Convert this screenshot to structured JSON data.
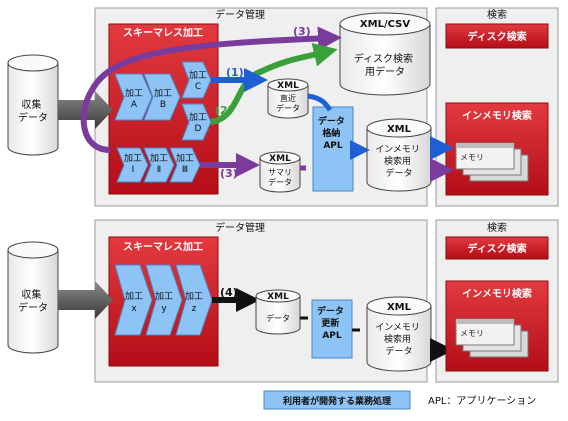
{
  "top": {
    "data_mgmt_title": "データ管理",
    "search_title": "検索",
    "schemaless_title": "スキーマレス加工",
    "collected_data": [
      "収集",
      "データ"
    ],
    "process_a": [
      "加工",
      "A"
    ],
    "process_b": [
      "加工",
      "B"
    ],
    "process_c": [
      "加工",
      "C"
    ],
    "process_d": [
      "加工",
      "D"
    ],
    "process_1": [
      "加工",
      "Ⅰ"
    ],
    "process_2": [
      "加工",
      "Ⅱ"
    ],
    "process_3": [
      "加工",
      "Ⅲ"
    ],
    "xml_csv_label": "XML/CSV",
    "disk_search_data": [
      "ディスク検索",
      "用データ"
    ],
    "recent_xml": [
      "XML",
      "直近",
      "データ"
    ],
    "summary_xml": [
      "XML",
      "サマリ",
      "データ"
    ],
    "storage_apl": [
      "データ",
      "格納",
      "APL"
    ],
    "inmem_data_xml": "XML",
    "inmem_data": [
      "インメモリ",
      "検索用",
      "データ"
    ],
    "disk_search_btn": "ディスク検索",
    "inmem_search_title": "インメモリ検索",
    "memory_label": "メモリ",
    "flow_1": "(1)",
    "flow_2": "(2)",
    "flow_3a": "(3)",
    "flow_3b": "(3)"
  },
  "bottom": {
    "data_mgmt_title": "データ管理",
    "search_title": "検索",
    "schemaless_title": "スキーマレス加工",
    "collected_data": [
      "収集",
      "データ"
    ],
    "process_x": [
      "加工",
      "x"
    ],
    "process_y": [
      "加工",
      "y"
    ],
    "process_z": [
      "加工",
      "z"
    ],
    "flow_4": "(4)",
    "xml_data": [
      "XML",
      "データ"
    ],
    "update_apl": [
      "データ",
      "更新",
      "APL"
    ],
    "inmem_data_xml": "XML",
    "inmem_data": [
      "インメモリ",
      "検索用",
      "データ"
    ],
    "disk_search_btn": "ディスク検索",
    "inmem_search_title": "インメモリ検索",
    "memory_label": "メモリ"
  },
  "legend": {
    "user_process": "利用者が開発する業務処理",
    "apl_note": "APL：アプリケーション"
  },
  "colors": {
    "red": "#c8141e",
    "purple": "#7a3b9c",
    "green": "#3aa13a",
    "blue": "#1f5fd6",
    "chevron": "#8ec3f5",
    "panel": "#efefef"
  }
}
